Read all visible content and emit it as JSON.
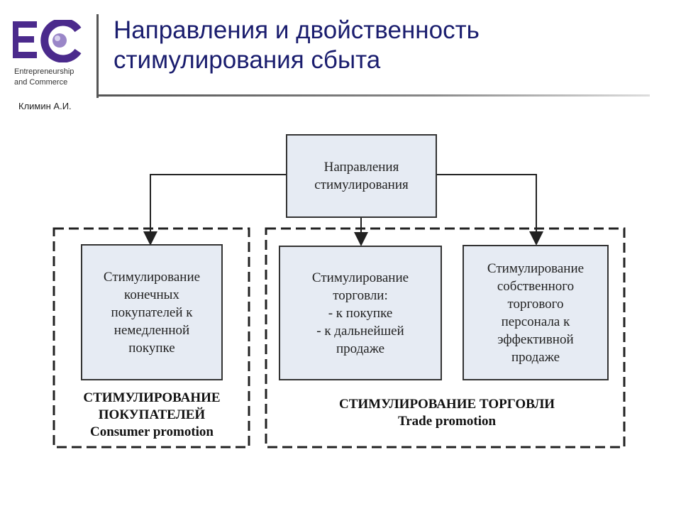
{
  "header": {
    "logo_text": "EC",
    "logo_sub_line1": "Entrepreneurship",
    "logo_sub_line2": "and Commerce",
    "author": "Климин А.И.",
    "title_line1": "Направления и двойственность",
    "title_line2": "стимулирования сбыта"
  },
  "diagram": {
    "root": {
      "line1": "Направления",
      "line2": "стимулирования"
    },
    "consumer_box": {
      "lines": [
        "Стимулирование",
        "конечных",
        "покупателей к",
        "немедленной",
        "покупке"
      ]
    },
    "trade_box": {
      "lines": [
        "Стимулирование",
        "торговли:",
        "- к покупке",
        "- к дальнейшей",
        "продаже"
      ]
    },
    "staff_box": {
      "lines": [
        "Стимулирование",
        "собственного",
        "торгового",
        "персонала к",
        "эффективной",
        "продаже"
      ]
    },
    "consumer_group": {
      "line1": "СТИМУЛИРОВАНИЕ",
      "line2": "ПОКУПАТЕЛЕЙ",
      "line3": "Consumer promotion"
    },
    "trade_group": {
      "line1": "СТИМУЛИРОВАНИЕ ТОРГОВЛИ",
      "line2": "Trade promotion"
    }
  },
  "colors": {
    "title": "#1a1d6e",
    "logo": "#4b2a8c",
    "box_fill": "#e6ebf3",
    "stroke": "#222222"
  }
}
